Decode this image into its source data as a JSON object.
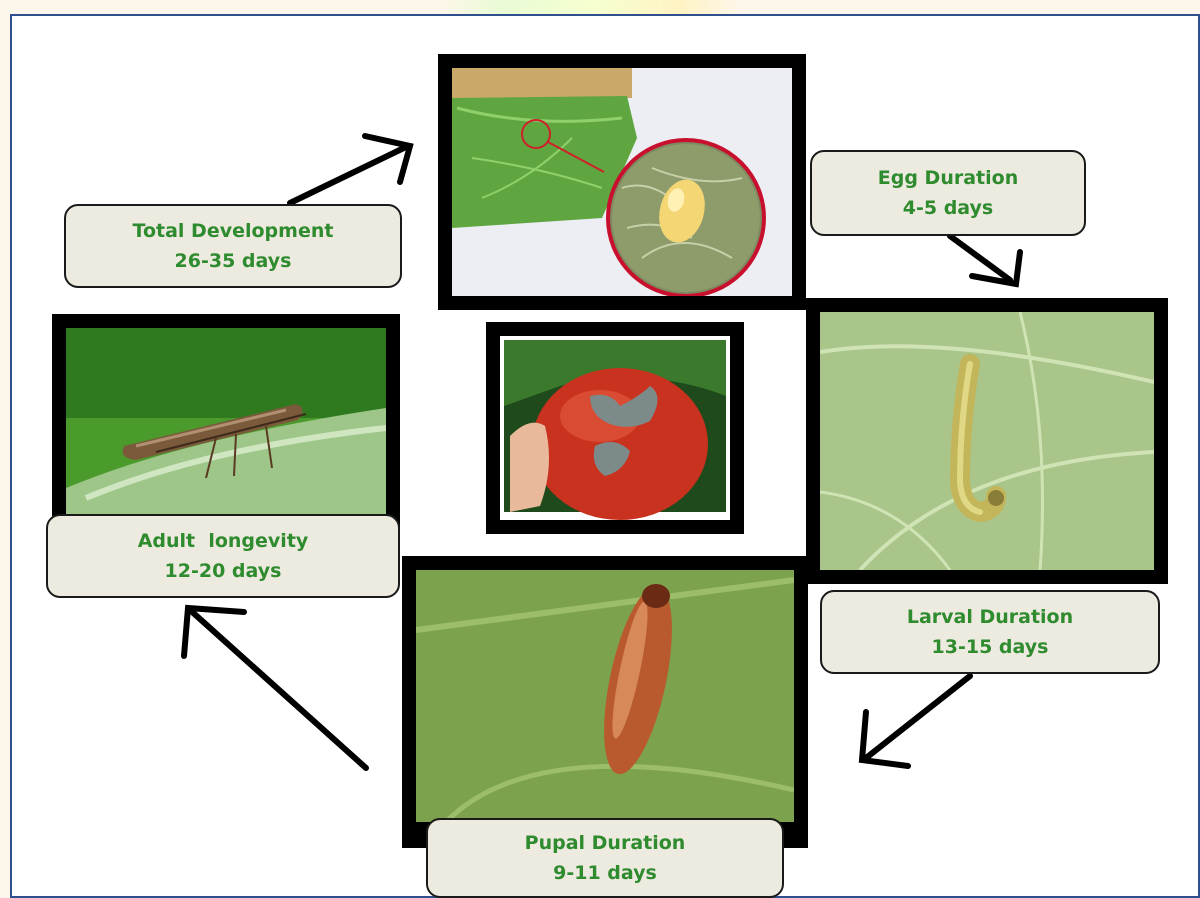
{
  "labels": {
    "total": {
      "title": "Total Development",
      "value": "26-35 days"
    },
    "egg": {
      "title": "Egg Duration",
      "value": "4-5 days"
    },
    "larval": {
      "title": "Larval Duration",
      "value": "13-15 days"
    },
    "pupal": {
      "title": "Pupal Duration",
      "value": "9-11 days"
    },
    "adult": {
      "title": "Adult  longevity",
      "value": "12-20 days"
    }
  },
  "colors": {
    "label_text": "#2e8b2e",
    "label_bg": "#edeae0",
    "frame": "#000000",
    "border": "#2f4f8f"
  },
  "images": [
    "egg-photo",
    "tomato-damage-photo",
    "larva-photo",
    "pupa-photo",
    "adult-moth-photo"
  ]
}
